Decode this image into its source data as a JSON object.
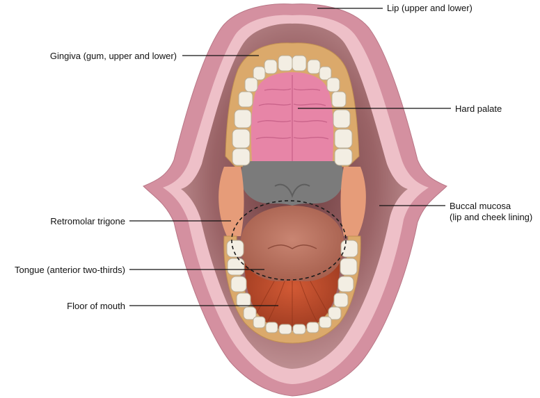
{
  "labels": {
    "lip": "Lip (upper and lower)",
    "gingiva": "Gingiva (gum, upper and lower)",
    "hard_palate": "Hard palate",
    "buccal_line1": "Buccal mucosa",
    "buccal_line2": "(lip and cheek lining)",
    "retromolar": "Retromolar trigone",
    "tongue": "Tongue (anterior two-thirds)",
    "floor": "Floor of mouth"
  },
  "colors": {
    "lip_outer": "#d08d9a",
    "lip_inner": "#e8b8c0",
    "cheek": "#8c5a5c",
    "gingiva": "#d8a868",
    "tooth": "#f2ede2",
    "hard_palate": "#e683a6",
    "soft_palate": "#7a7a7a",
    "retromolar": "#e59b78",
    "tongue": "#b8705c",
    "floor": "#c84e2c"
  }
}
